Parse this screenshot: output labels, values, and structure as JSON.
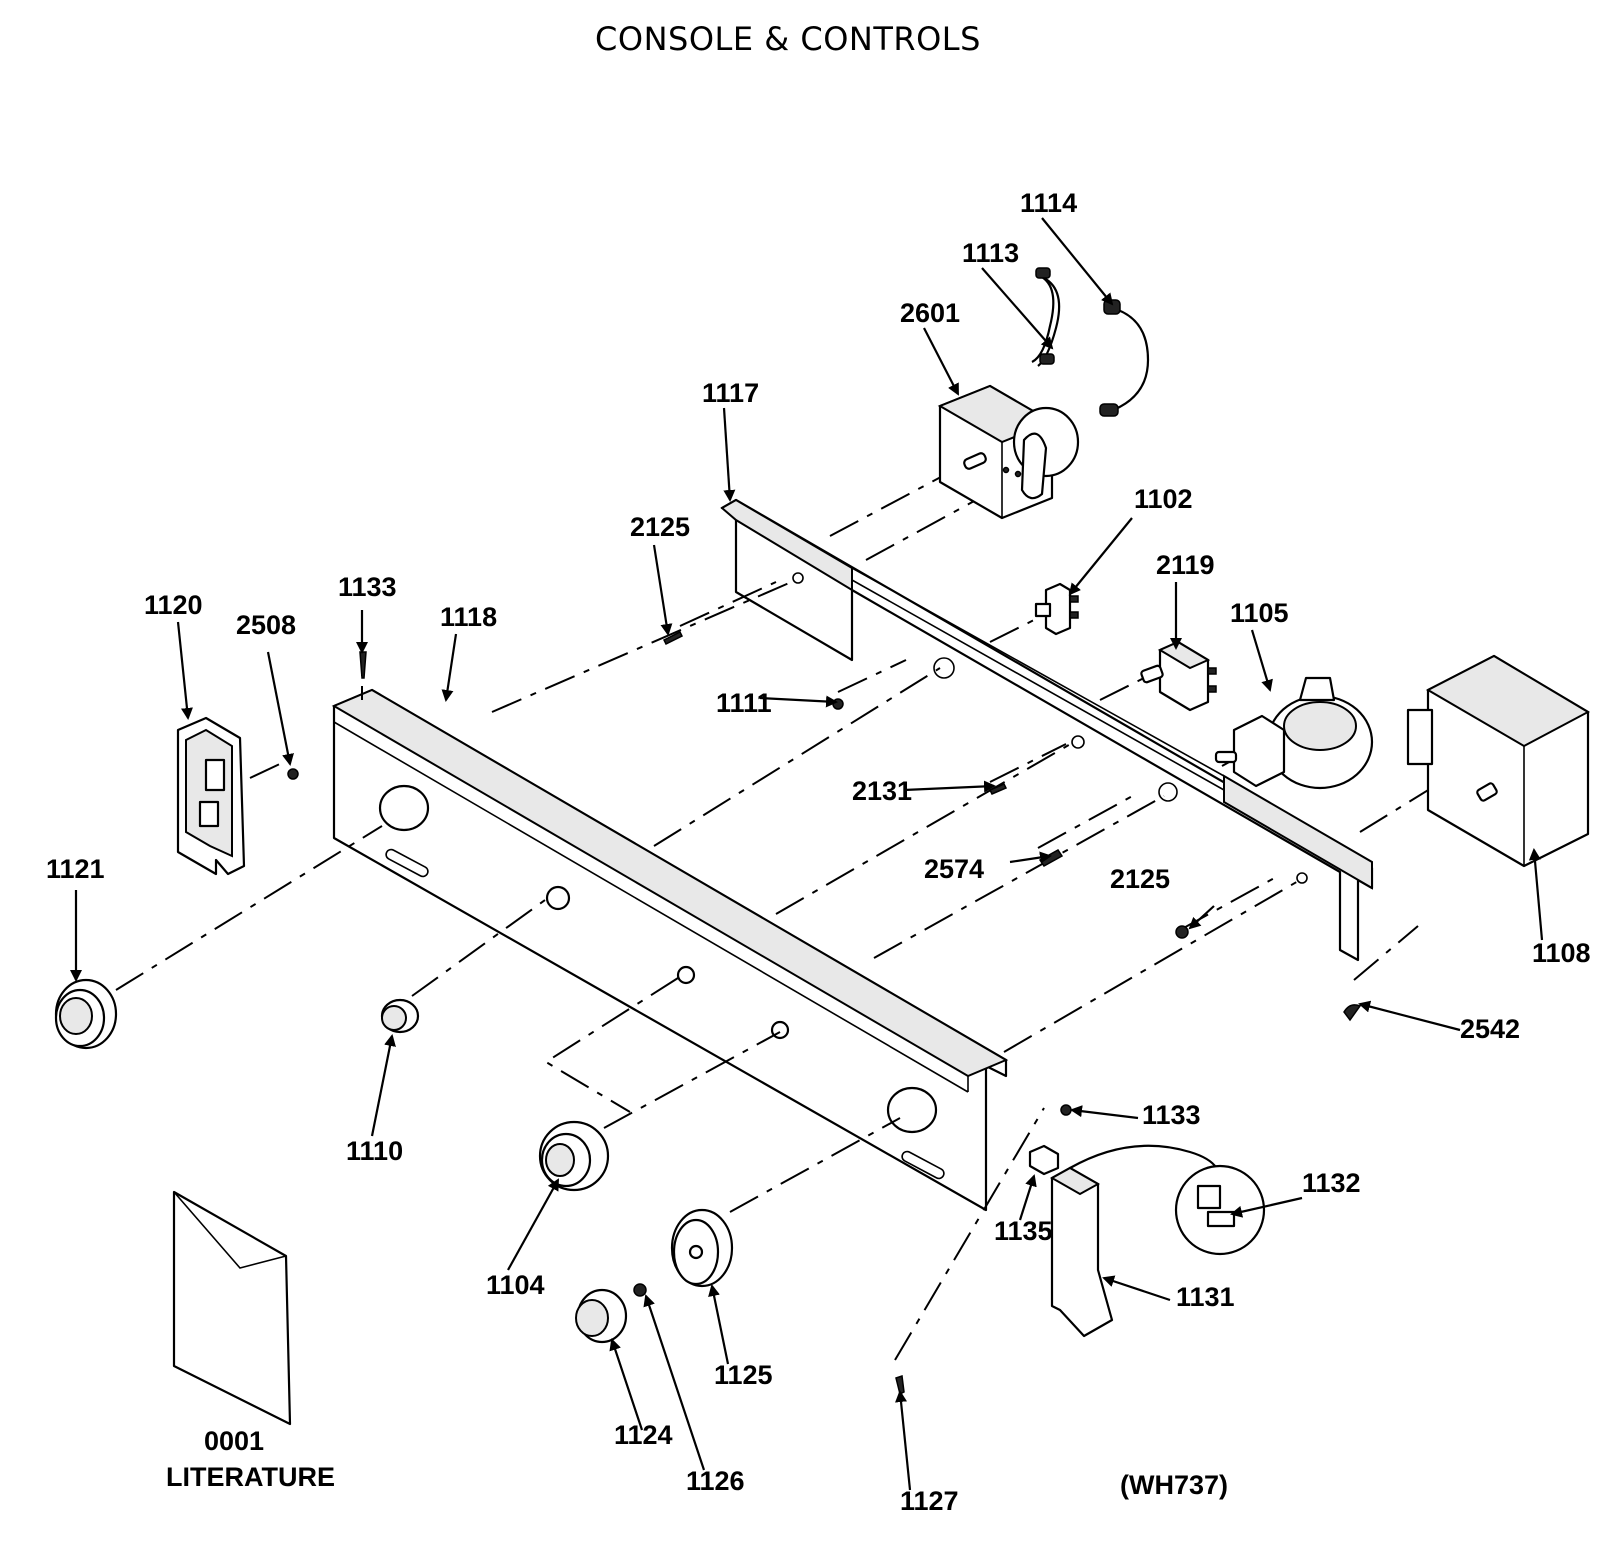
{
  "title": "CONSOLE & CONTROLS",
  "model_code": "(WH737)",
  "parts": {
    "p0001": "0001",
    "p0001_name": "LITERATURE",
    "p1102": "1102",
    "p1104": "1104",
    "p1105": "1105",
    "p1108": "1108",
    "p1110": "1110",
    "p1111": "1111",
    "p1113": "1113",
    "p1114": "1114",
    "p1117": "1117",
    "p1118": "1118",
    "p1120": "1120",
    "p1121": "1121",
    "p1124": "1124",
    "p1125": "1125",
    "p1126": "1126",
    "p1127": "1127",
    "p1131": "1131",
    "p1132": "1132",
    "p1133_top": "1133",
    "p1133_right": "1133",
    "p1135": "1135",
    "p2119": "2119",
    "p2125_top": "2125",
    "p2125_right": "2125",
    "p2131": "2131",
    "p2508": "2508",
    "p2542": "2542",
    "p2574": "2574",
    "p2601": "2601"
  }
}
